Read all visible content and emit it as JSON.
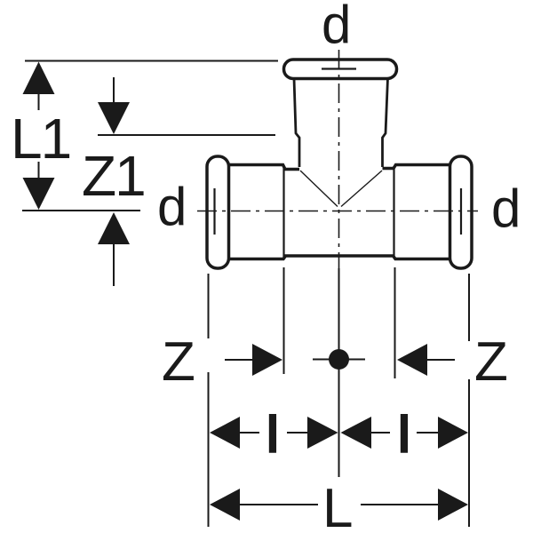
{
  "diagram": {
    "title": "pressfitting-tee-dimension-drawing",
    "labels": {
      "branch_diameter_top": "d",
      "run_diameter_left": "d",
      "run_diameter_right": "d",
      "branch_length": "L1",
      "branch_center_offset": "Z1",
      "run_center_offset_left": "Z",
      "run_center_offset_right": "Z",
      "insertion_length_left": "l",
      "insertion_length_right": "l",
      "overall_length": "L"
    },
    "colors": {
      "line": "#1a1a1a",
      "background": "#ffffff"
    }
  }
}
